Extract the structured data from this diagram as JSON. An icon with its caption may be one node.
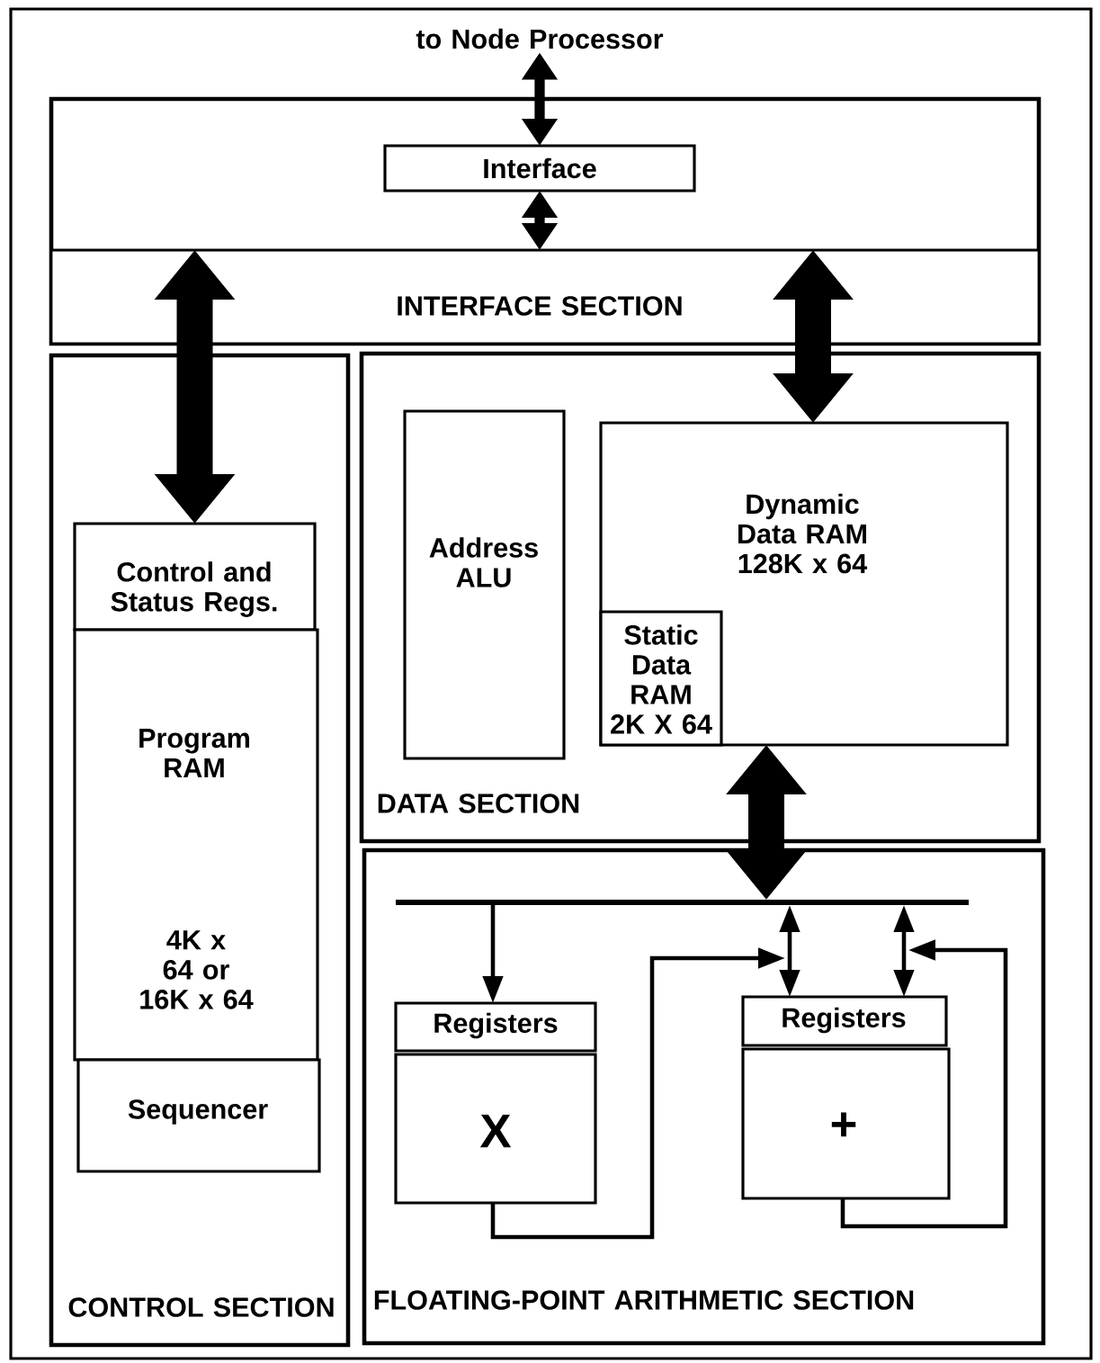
{
  "diagram": {
    "nodes": [
      {
        "text": [
          "to Node Processor"
        ]
      },
      {
        "text": [],
        "shape": "box"
      },
      {
        "text": [
          "Interface"
        ],
        "in": 1
      },
      {
        "text": [
          "CONTROL SECTION"
        ]
      },
      {
        "text": [
          "Control and Status Regs."
        ],
        "in": 3
      },
      {
        "text": [
          "Program RAM",
          "4K x 64 or 16K x 64"
        ],
        "in": 3
      },
      {
        "text": [
          "Sequencer"
        ],
        "in": 3
      },
      {
        "text": [
          "DATA SECTION"
        ]
      },
      {
        "text": [
          "Address ALU"
        ],
        "in": 7
      },
      {
        "text": [
          "Dynamic Data RAM 128K x 64"
        ],
        "in": 7
      },
      {
        "text": [
          "Static Data RAM 2K X 64"
        ],
        "in": 9
      },
      {
        "text": [
          "FLOATING-POINT ARITHMETIC SECTION"
        ]
      },
      {
        "text": [],
        "shape": "bar",
        "in": 11
      },
      {
        "text": [
          "Registers"
        ],
        "in": 11
      },
      {
        "text": [
          "X"
        ],
        "in": 11
      },
      {
        "text": [
          "Registers"
        ],
        "in": 11
      },
      {
        "text": [
          "+"
        ],
        "in": 11
      },
      {
        "text": [
          "INTERFACE SECTION"
        ],
        "in": 1
      }
    ],
    "edges": [
      {
        "from": 0,
        "to": 2,
        "arrow": "both",
        "style": "thick"
      },
      {
        "from": 2,
        "to": 17,
        "arrow": "both",
        "style": "thick"
      },
      {
        "from": 17,
        "to": 4,
        "arrow": "both",
        "style": "thick"
      },
      {
        "from": 17,
        "to": 9,
        "arrow": "both",
        "style": "thick"
      },
      {
        "from": 9,
        "to": 12,
        "arrow": "both",
        "style": "thick"
      },
      {
        "from": 12,
        "to": 13,
        "arrow": "to"
      },
      {
        "from": 12,
        "to": 15,
        "arrow": "both"
      },
      {
        "from": 12,
        "to": 15,
        "arrow": "both"
      },
      {
        "from": 14,
        "to": 15,
        "arrow": "to"
      },
      {
        "from": 16,
        "to": 15,
        "arrow": "to"
      }
    ]
  }
}
